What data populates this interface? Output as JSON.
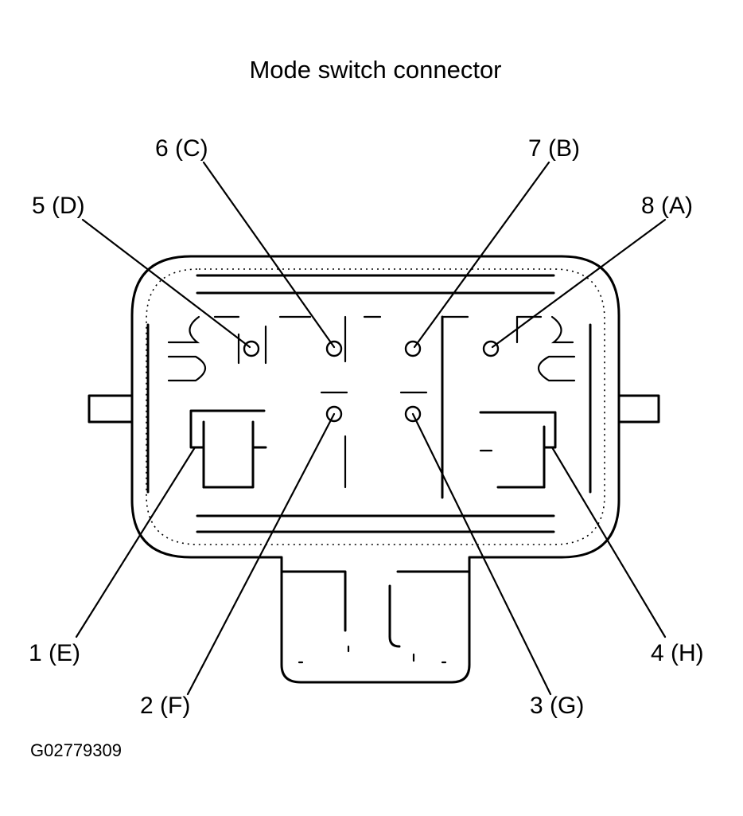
{
  "title": "Mode switch connector",
  "figure_id": "G02779309",
  "terminals": [
    {
      "label": "1 (E)",
      "pin": "1",
      "letter": "E"
    },
    {
      "label": "2 (F)",
      "pin": "2",
      "letter": "F"
    },
    {
      "label": "3 (G)",
      "pin": "3",
      "letter": "G"
    },
    {
      "label": "4 (H)",
      "pin": "4",
      "letter": "H"
    },
    {
      "label": "5 (D)",
      "pin": "5",
      "letter": "D"
    },
    {
      "label": "6 (C)",
      "pin": "6",
      "letter": "C"
    },
    {
      "label": "7 (B)",
      "pin": "7",
      "letter": "B"
    },
    {
      "label": "8 (A)",
      "pin": "8",
      "letter": "A"
    }
  ]
}
